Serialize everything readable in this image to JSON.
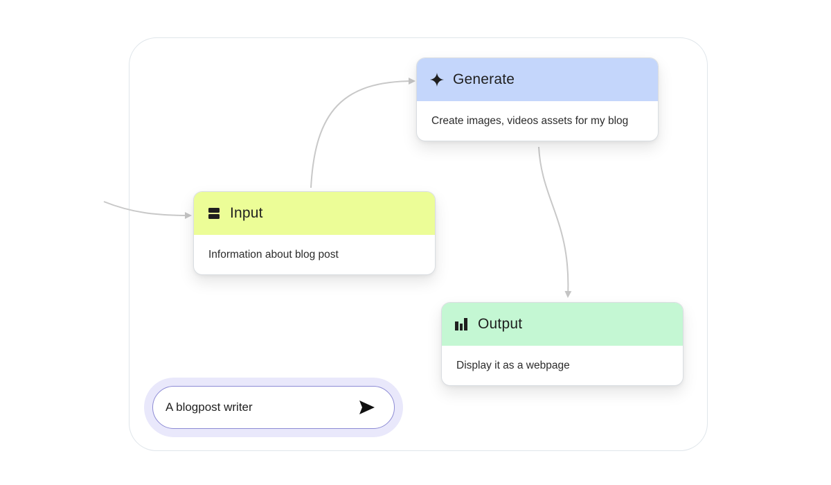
{
  "nodes": {
    "generate": {
      "title": "Generate",
      "description": "Create images, videos assets for my blog",
      "icon": "sparkle-icon",
      "header_color": "#c4d6fb"
    },
    "input": {
      "title": "Input",
      "description": "Information about blog post",
      "icon": "input-icon",
      "header_color": "#ecfd97"
    },
    "output": {
      "title": "Output",
      "description": "Display it as a webpage",
      "icon": "bar-chart-icon",
      "header_color": "#c4f7d3"
    }
  },
  "prompt": {
    "value": "A blogpost writer",
    "send_icon": "send-icon",
    "border_color": "#8c8ad4",
    "halo_color": "#e9e8fb"
  },
  "connector_color": "#c4c4c4"
}
